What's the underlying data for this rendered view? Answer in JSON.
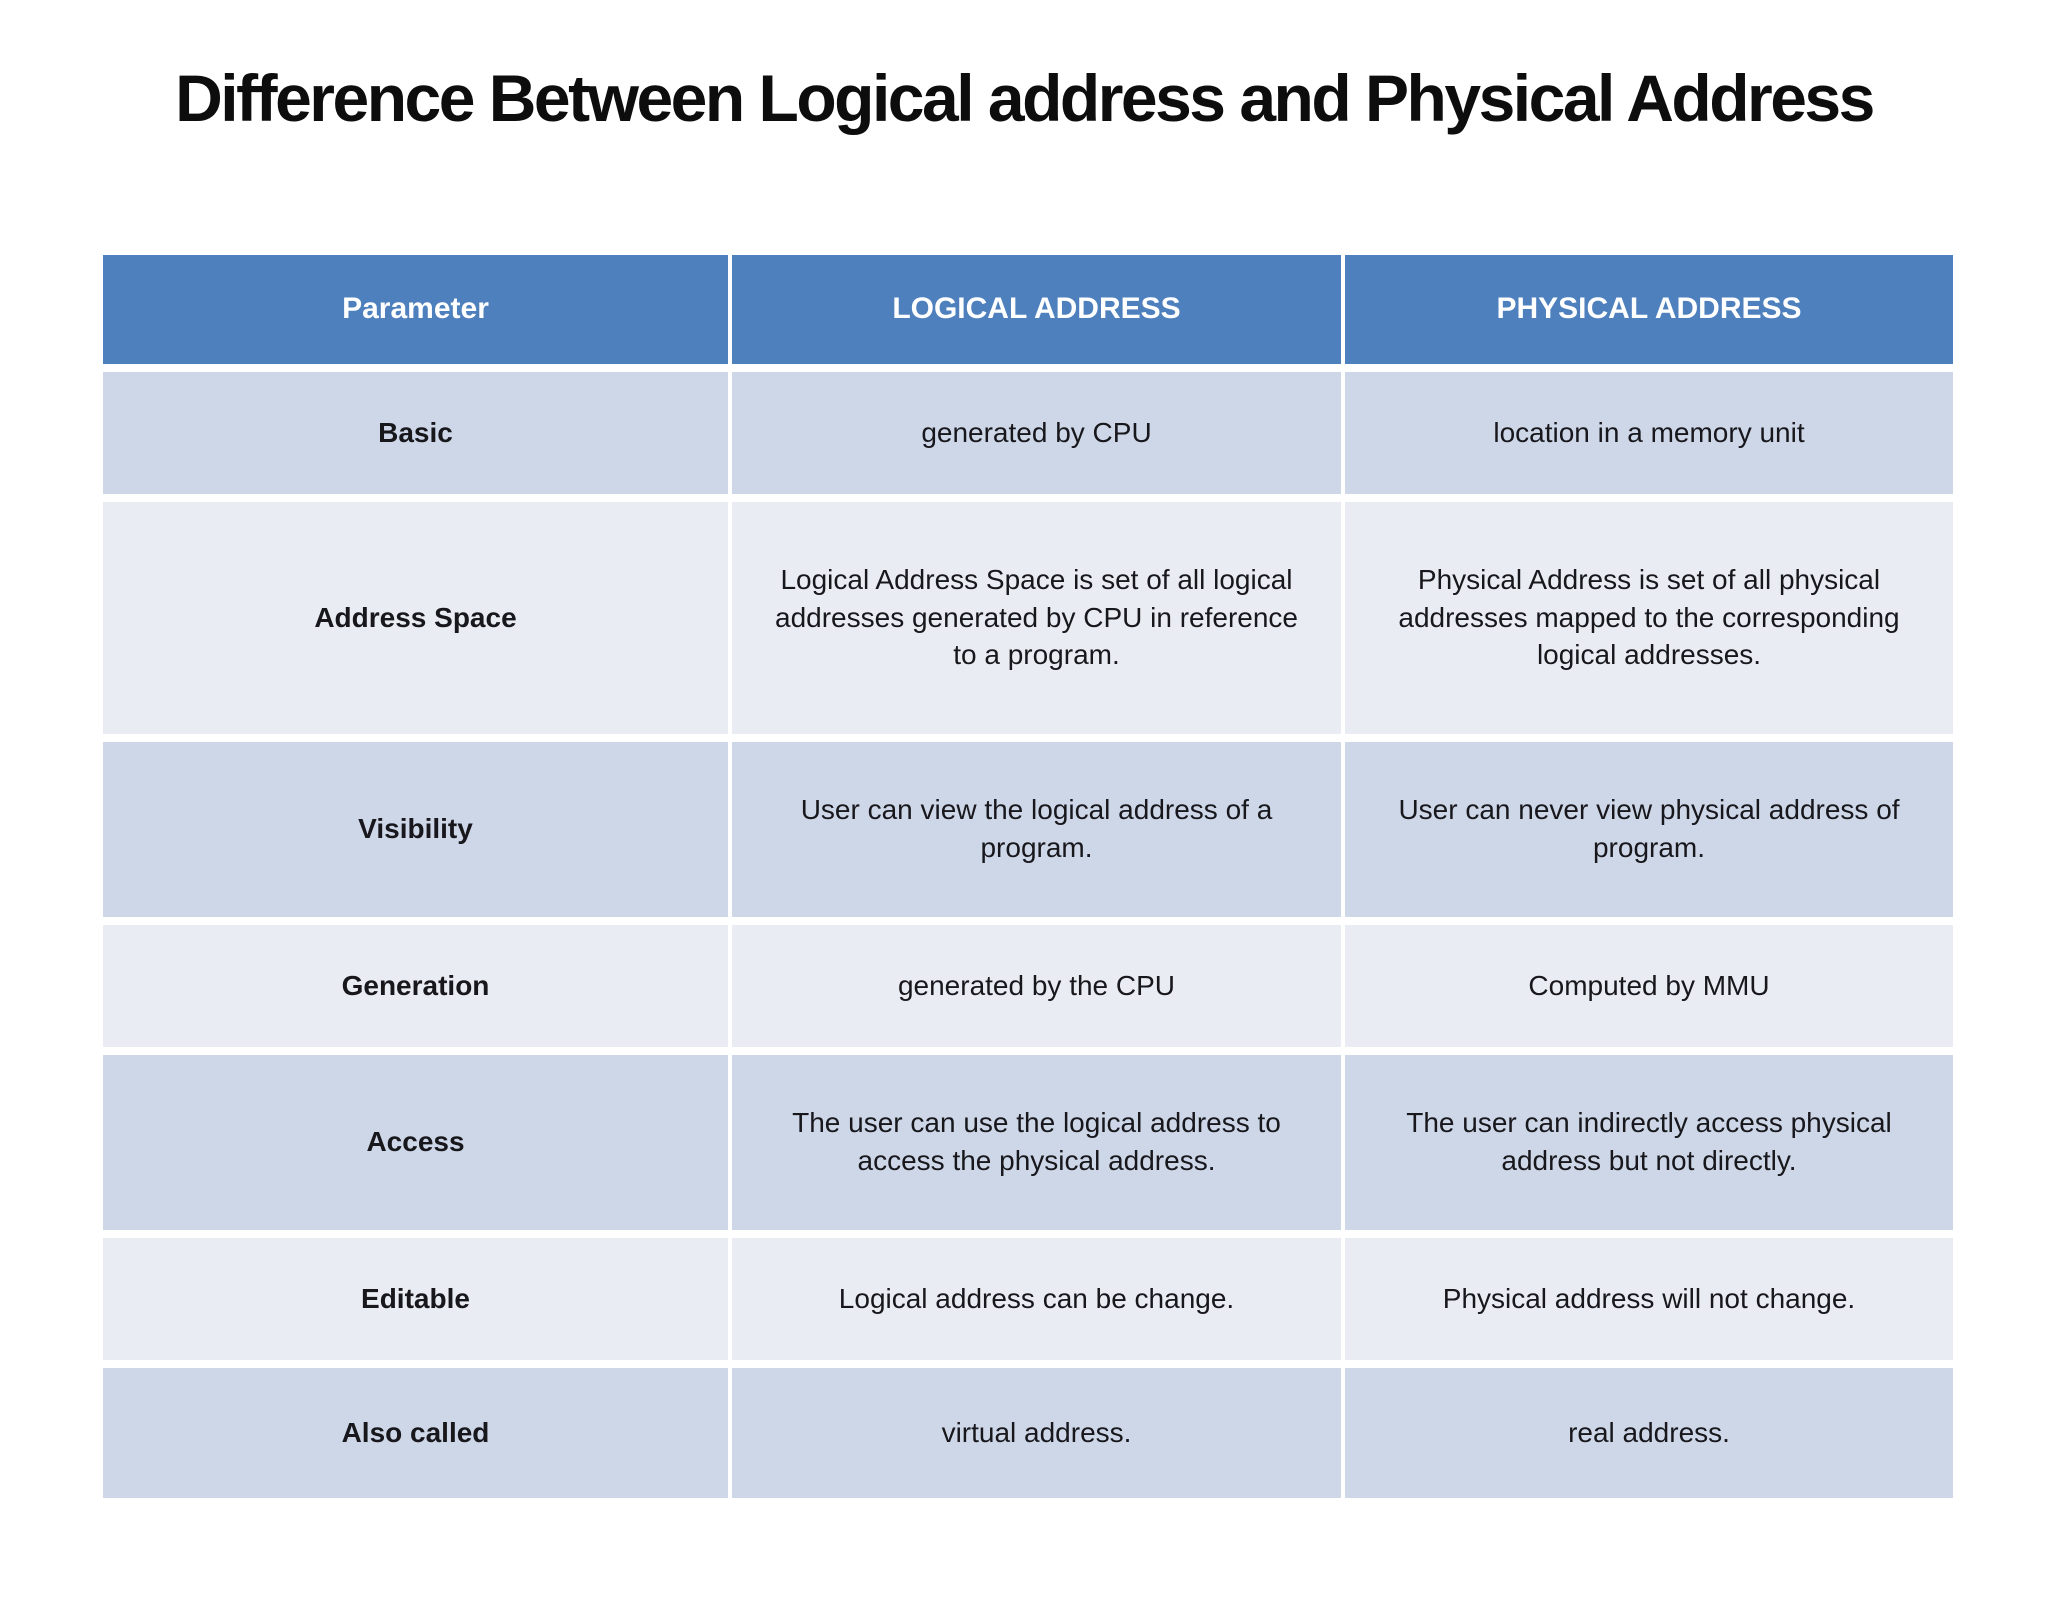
{
  "page": {
    "title": "Difference Between Logical address and Physical Address"
  },
  "colors": {
    "header_bg": "#4E80BE",
    "header_text": "#FFFFFF",
    "row_dark": "#CED7E8",
    "row_light": "#E9EDF3",
    "body_text": "#17171C"
  },
  "table": {
    "headers": [
      "Parameter",
      "LOGICAL ADDRESS",
      "PHYSICAL ADDRESS"
    ],
    "rows": [
      {
        "param": "Basic",
        "logical": "generated by CPU",
        "physical": "location in a memory unit"
      },
      {
        "param": "Address Space",
        "logical": "Logical Address Space is set of all logical addresses generated by CPU in reference to a program.",
        "physical": "Physical Address is set of all physical addresses mapped to the corresponding logical addresses."
      },
      {
        "param": "Visibility",
        "logical": "User can view the logical address of a program.",
        "physical": "User can never view physical address of program."
      },
      {
        "param": "Generation",
        "logical": "generated by the CPU",
        "physical": "Computed by MMU"
      },
      {
        "param": "Access",
        "logical": "The user can use the logical address to access the physical address.",
        "physical": "The user can indirectly access physical address but not directly."
      },
      {
        "param": "Editable",
        "logical": "Logical address can be change.",
        "physical": "Physical address will not change."
      },
      {
        "param": "Also called",
        "logical": "virtual address.",
        "physical": "real address."
      }
    ]
  }
}
